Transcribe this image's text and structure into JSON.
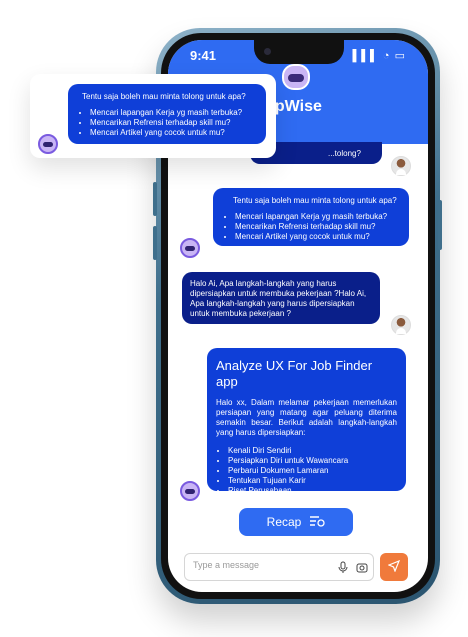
{
  "status": {
    "time": "9:41",
    "icons": "▌▌▌ ◔ ▭"
  },
  "header": {
    "title": "HelpWise"
  },
  "messages": {
    "partial_top": "...tolong?",
    "bot_options": {
      "intro": "Tentu saja boleh mau minta tolong untuk apa?",
      "items": [
        "Mencari lapangan Kerja yg masih terbuka?",
        "Mencarikan Refrensi terhadap skill mu?",
        "Mencari Artikel yang cocok untuk mu?"
      ]
    },
    "user_question": "Halo Ai, Apa langkah-langkah yang harus dipersiapkan untuk membuka pekerjaan ?Halo Ai, Apa langkah-langkah yang harus dipersiapkan untuk membuka pekerjaan ?",
    "analyze": {
      "title": "Analyze UX For Job Finder app",
      "body": "Halo xx, Dalam melamar pekerjaan memerlukan persiapan yang matang agar peluang diterima semakin besar. Berikut adalah langkah-langkah yang harus dipersiapkan:",
      "items": [
        "Kenali Diri Sendiri",
        "Persiapkan Diri untuk Wawancara",
        "Perbarui Dokumen Lamaran",
        "Tentukan Tujuan Karir",
        "Riset Perusahaan"
      ]
    }
  },
  "recap": {
    "label": "Recap",
    "icon": "list-refresh-icon"
  },
  "composer": {
    "placeholder": "Type a message",
    "mic_icon": "mic-icon",
    "camera_icon": "camera-icon",
    "send_icon": "send-icon"
  },
  "float_card": {
    "intro": "Tentu saja boleh mau minta tolong untuk apa?",
    "items": [
      "Mencari lapangan Kerja yg masih terbuka?",
      "Mencarikan Refrensi terhadap skill mu?",
      "Mencari Artikel yang cocok untuk mu?"
    ]
  },
  "colors": {
    "accent": "#2f6bf2",
    "bubble_dark": "#0a1f8a",
    "bubble_blue": "#0f3fd8",
    "send": "#f07a3b"
  }
}
